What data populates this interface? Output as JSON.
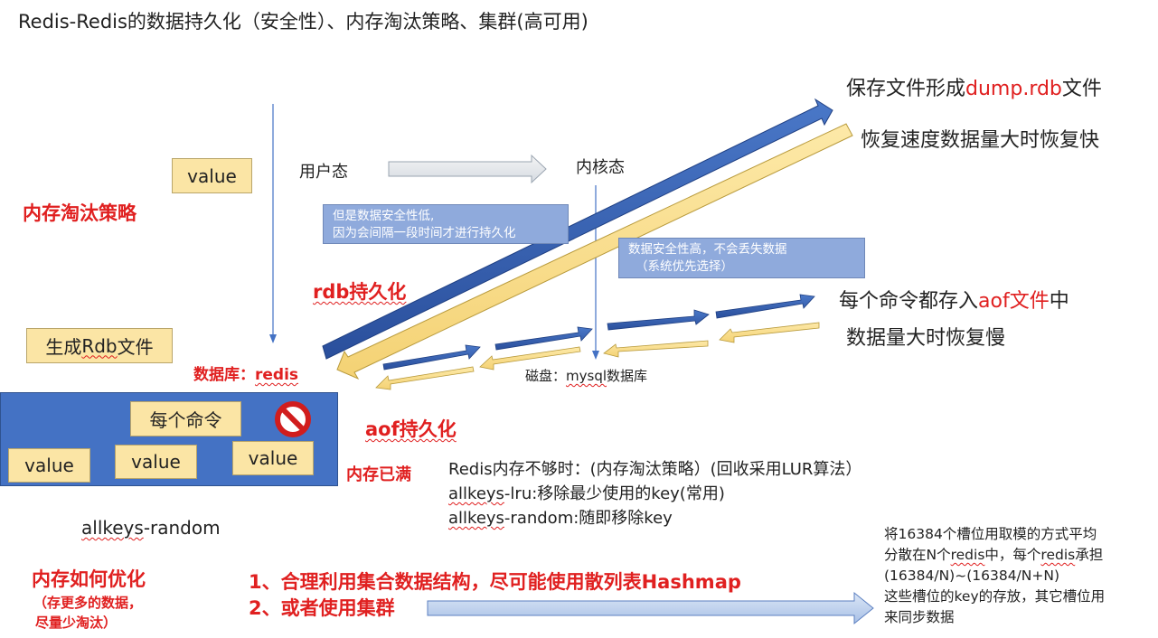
{
  "title": "Redis-Redis的数据持久化（安全性）、内存淘汰策略、集群(高可用)",
  "labels": {
    "user_state": "用户态",
    "kernel_state": "内核态",
    "evict_policy": "内存淘汰策略",
    "rdb_persist": "rdb持久化",
    "aof_persist": "aof持久化",
    "database_prefix": "数据库：",
    "database_redis": "redis",
    "disk_prefix": "磁盘：",
    "disk_mysql": "mysql",
    "disk_suffix": "数据库",
    "memory_full": "内存已满",
    "gen_rdb_prefix": "生成",
    "gen_rdb_word": "Rdb",
    "gen_rdb_suffix": "文件",
    "every_cmd": "每个命令",
    "allkeys_random_word": "allkeys",
    "allkeys_random_rest": "-random",
    "how_optimize": "内存如何优化",
    "optimize_sub1": "（存更多的数据，",
    "optimize_sub2": "尽量少淘汰）"
  },
  "value_boxes": [
    "value",
    "value",
    "value",
    "value"
  ],
  "notes": {
    "rdb_note_line1": "但是数据安全性低,",
    "rdb_note_line2": "因为会间隔一段时间才进行持久化",
    "aof_note_line1": "数据安全性高，不会丢失数据",
    "aof_note_line2": "（系统优先选择）"
  },
  "right_texts": {
    "save_prefix": "保存文件形成",
    "save_file": "dump.rdb",
    "save_suffix": "文件",
    "rdb_fast": "恢复速度数据量大时恢复快",
    "aof_prefix": "每个命令都存入",
    "aof_file": "aof文件",
    "aof_suffix": "中",
    "aof_slow": "数据量大时恢复慢"
  },
  "eviction": {
    "line1": "Redis内存不够时：(内存淘汰策略）(回收采用LUR算法）",
    "line2_word": "allkeys",
    "line2_rest": "-lru:移除最少使用的key(常用)",
    "line3_word": "allkeys",
    "line3_rest": "-random:随即移除key"
  },
  "optimize": {
    "item1": "1、合理利用集合数据结构，尽可能使用散列表Hashmap",
    "item2": "2、或者使用集群"
  },
  "cluster": {
    "line1": "将16384个槽位用取模的方式平均",
    "line2_a": "分散在N个",
    "line2_b": "redis",
    "line2_c": "中，每个",
    "line2_d": "redis",
    "line2_e": "承担",
    "line3": "(16384/N)~(16384/N+N)",
    "line4": "这些槽位的key的存放，其它槽位用",
    "line5": "来同步数据"
  },
  "colors": {
    "accent_red": "#e02020",
    "dark_blue": "#2f55a8",
    "memory_blue": "#4472c4",
    "note_blue": "#8faadc",
    "light_yellow": "#fbe5a5",
    "arrow_yellow": "#fbe08a"
  }
}
